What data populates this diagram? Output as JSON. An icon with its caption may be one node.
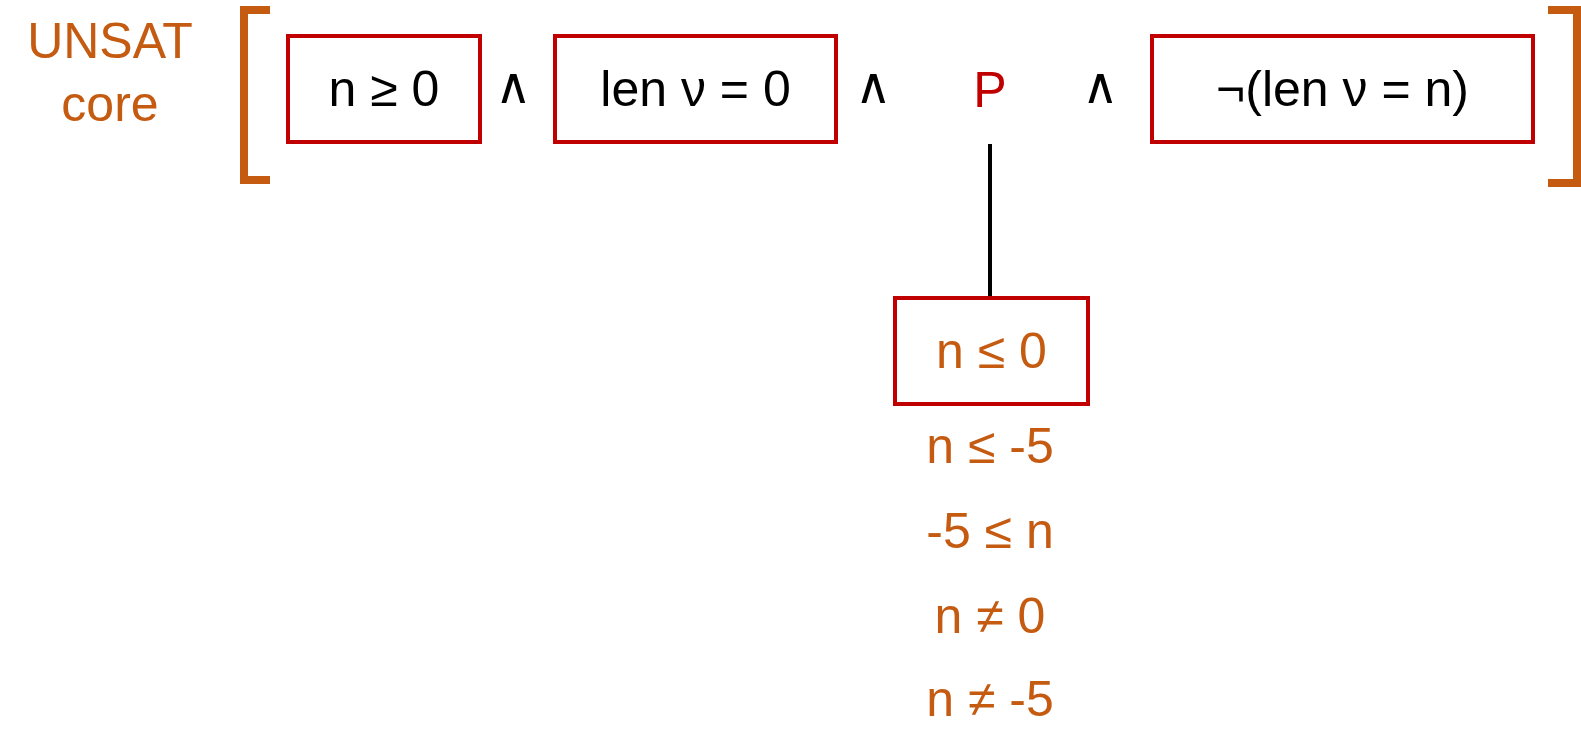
{
  "diagram": {
    "nodes": [
      {
        "text": [
          "n ≥ 0"
        ]
      },
      {
        "text": [
          "len ν = 0"
        ]
      },
      {
        "text": [
          "P"
        ]
      },
      {
        "text": [
          "¬(len ν = n)"
        ]
      },
      {
        "text": [
          "n ≤ 0"
        ]
      }
    ],
    "edges": [
      {
        "from": 2,
        "to": 4,
        "arrow": "none"
      }
    ],
    "labels": [
      "UNSAT core",
      "∧",
      "∧",
      "∧",
      "n ≤ -5",
      "-5 ≤ n",
      "n ≠ 0",
      "n ≠ -5"
    ]
  }
}
